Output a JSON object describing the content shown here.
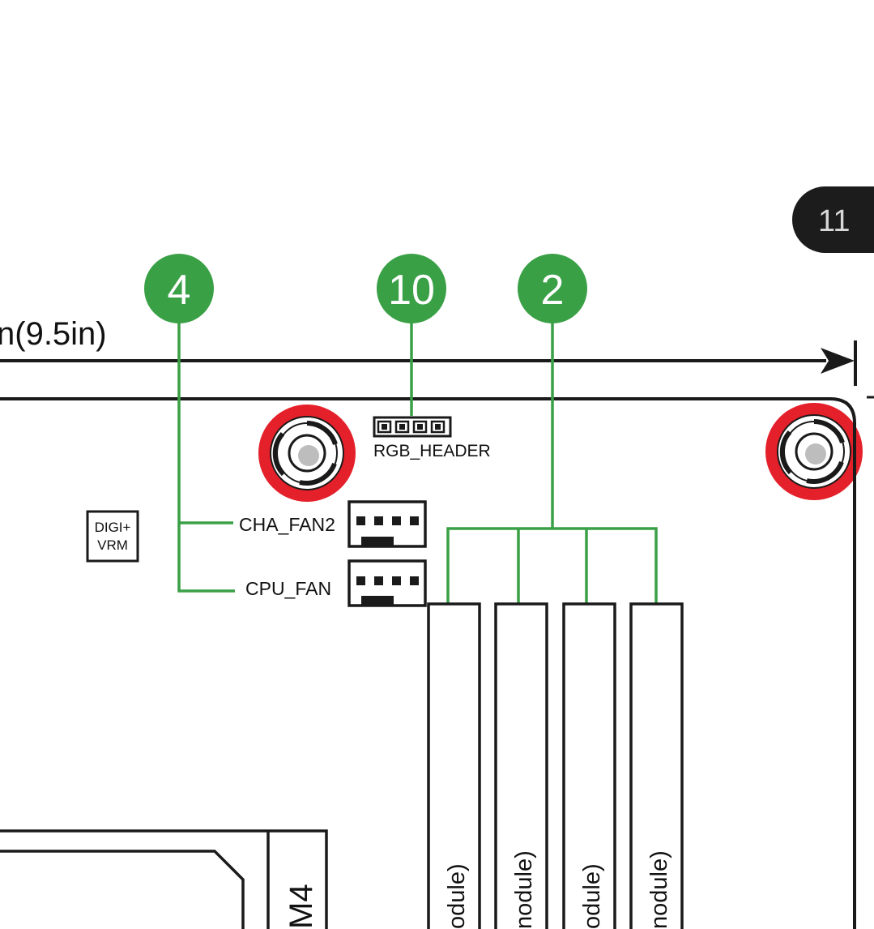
{
  "page_number": "11",
  "dimension_label": "n(9.5in)",
  "callouts": [
    {
      "number": "4",
      "color": "#3aa046"
    },
    {
      "number": "10",
      "color": "#3aa046"
    },
    {
      "number": "2",
      "color": "#3aa046"
    }
  ],
  "labels": {
    "rgb_header": "RGB_HEADER",
    "cha_fan2": "CHA_FAN2",
    "cpu_fan": "CPU_FAN",
    "digi_vrm_line1": "DIGI+",
    "digi_vrm_line2": "VRM",
    "dimm_partial": "odule)",
    "dimm_partial_b": "nodule)",
    "socket_partial": "M4"
  },
  "colors": {
    "callout_green": "#3aa046",
    "mount_red": "#e4202a",
    "outline": "#1a1a1a"
  }
}
